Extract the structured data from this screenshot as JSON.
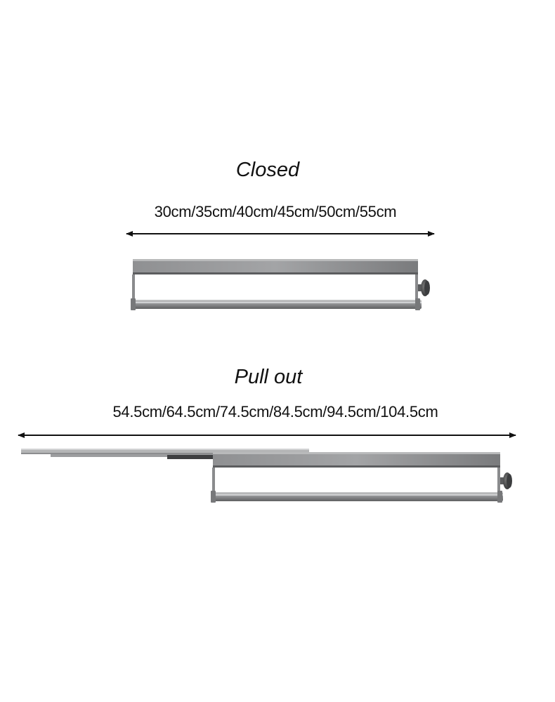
{
  "closed": {
    "title": "Closed",
    "dimensions": "30cm/35cm/40cm/45cm/50cm/55cm"
  },
  "pull_out": {
    "title": "Pull out",
    "dimensions": "54.5cm/64.5cm/74.5cm/84.5cm/94.5cm/104.5cm"
  },
  "colors": {
    "text": "#111111",
    "arrow": "#111111",
    "rail_top": "#9a9b9c",
    "rail_mid": "#7d7e80",
    "rail_dark": "#5f6062",
    "knob": "#4a4b4d"
  }
}
